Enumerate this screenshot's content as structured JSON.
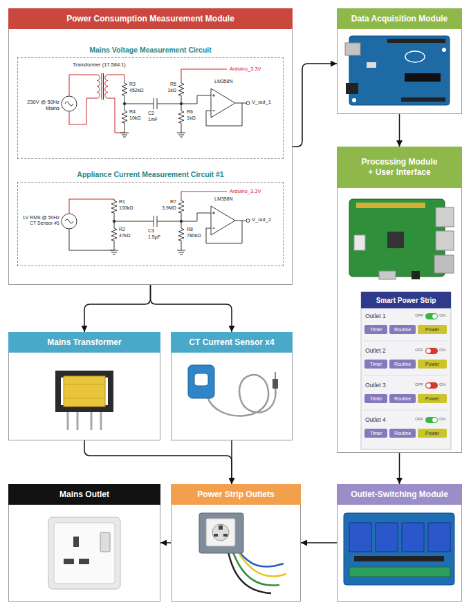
{
  "diagram": {
    "nodes": [
      {
        "text": [
          "Power Consumption Measurement Module"
        ]
      },
      {
        "text": [
          "Mains Voltage Measurement Circuit"
        ],
        "in": 0
      },
      {
        "text": [
          "Appliance Current Measurement Circuit #1"
        ],
        "in": 0
      },
      {
        "text": [
          "Data Acquisition Module"
        ]
      },
      {
        "text": [
          "Processing Module + User Interface"
        ]
      },
      {
        "text": [
          "Smart Power Strip",
          "Outlet 1",
          "Outlet 2",
          "Outlet 3",
          "Outlet 4"
        ],
        "in": 4
      },
      {
        "text": [
          "Timer"
        ],
        "in": 5
      },
      {
        "text": [
          "Routine"
        ],
        "in": 5
      },
      {
        "text": [
          "Power"
        ],
        "in": 5
      },
      {
        "text": [
          "Timer"
        ],
        "in": 5
      },
      {
        "text": [
          "Routine"
        ],
        "in": 5
      },
      {
        "text": [
          "Power"
        ],
        "in": 5
      },
      {
        "text": [
          "Timer"
        ],
        "in": 5
      },
      {
        "text": [
          "Routine"
        ],
        "in": 5
      },
      {
        "text": [
          "Power"
        ],
        "in": 5
      },
      {
        "text": [
          "Timer"
        ],
        "in": 5
      },
      {
        "text": [
          "Routine"
        ],
        "in": 5
      },
      {
        "text": [
          "Power"
        ],
        "in": 5
      },
      {
        "text": [
          "Mains Transformer"
        ]
      },
      {
        "text": [
          "CT Current Sensor x4"
        ]
      },
      {
        "text": [
          "Mains Outlet"
        ]
      },
      {
        "text": [
          "Power Strip Outlets"
        ]
      },
      {
        "text": [
          "Outlet-Switching Module"
        ]
      }
    ],
    "edges": [
      {
        "from": 0,
        "to": 3,
        "arrow": "to"
      },
      {
        "from": 3,
        "to": 4,
        "arrow": "to"
      },
      {
        "from": 4,
        "to": 22,
        "arrow": "to"
      },
      {
        "from": 22,
        "to": 21,
        "arrow": "to"
      },
      {
        "from": 21,
        "to": 20,
        "arrow": "to"
      },
      {
        "from": 0,
        "to": 18,
        "arrow": "to"
      },
      {
        "from": 0,
        "to": 19,
        "arrow": "to"
      },
      {
        "from": 18,
        "to": 21,
        "arrow": "to"
      },
      {
        "from": 19,
        "to": 21,
        "arrow": "to"
      }
    ],
    "labels": [
      "Transformer (17.584:1)",
      "230V @ 50Hz Mains",
      "R3",
      "452kΩ",
      "R4",
      "10kΩ",
      "C2",
      "1mF",
      "R5",
      "1kΩ",
      "R6",
      "1kΩ",
      "Arduino_3.3V",
      "LM358N",
      "V_out_1",
      "1V RMS @ 50Hz CT Sensor #1",
      "R1",
      "100kΩ",
      "R2",
      "47kΩ",
      "C3",
      "1.5µF",
      "R7",
      "3.9MΩ",
      "R8",
      "780kΩ",
      "Arduino_3.3V",
      "LM358N",
      "V_out_2",
      "OFF",
      "ON",
      "OFF",
      "ON",
      "OFF",
      "ON",
      "OFF",
      "ON"
    ]
  }
}
